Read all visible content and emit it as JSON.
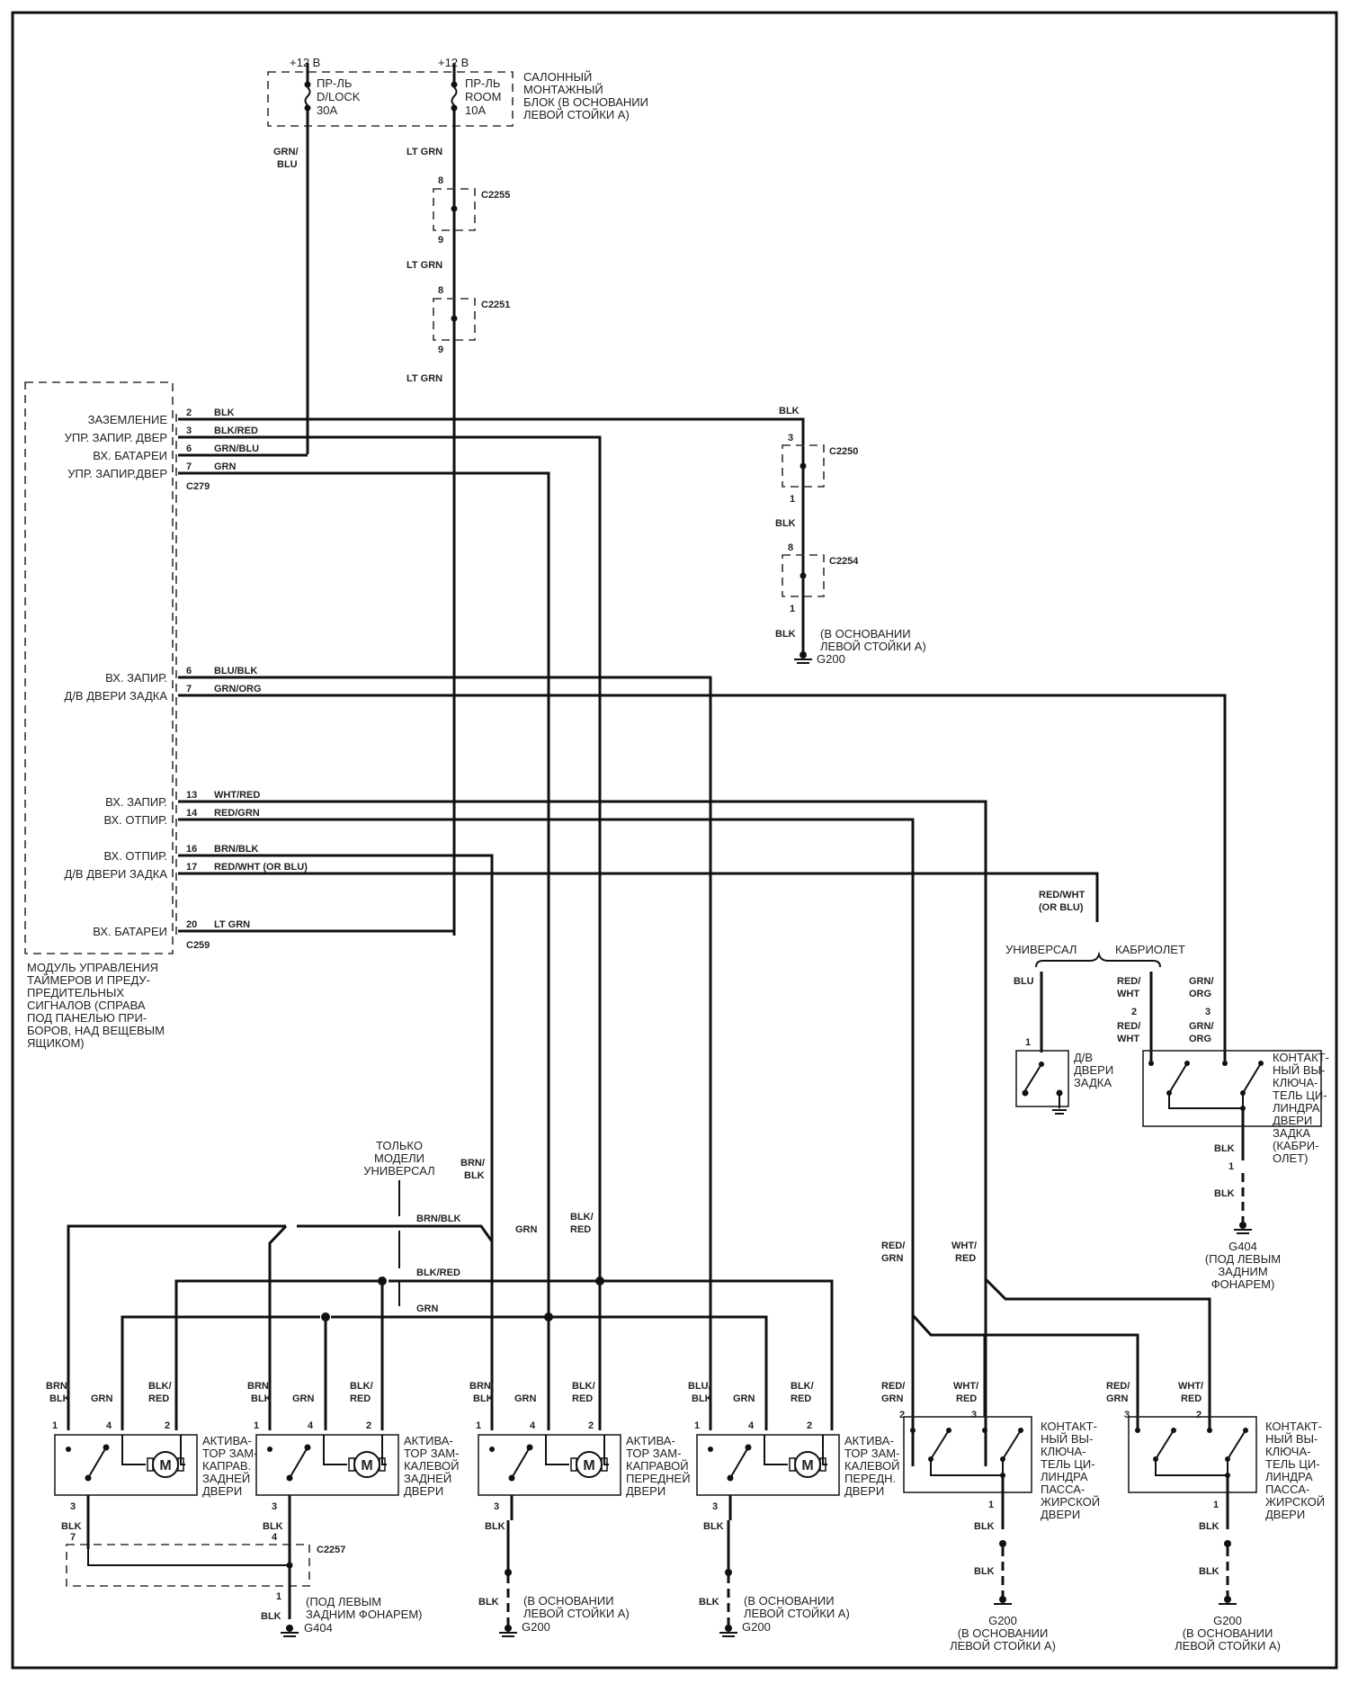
{
  "power": {
    "v1": "+12 В",
    "v2": "+12 В",
    "fuse1": [
      "ПР-ЛЬ",
      "D/LOCK",
      "30A"
    ],
    "fuse2": [
      "ПР-ЛЬ",
      "ROOM",
      "10A"
    ],
    "junction_block": [
      "САЛОННЫЙ",
      "МОНТАЖНЫЙ",
      "БЛОК (В ОСНОВАНИИ",
      "ЛЕВОЙ СТОЙКИ  А)"
    ],
    "wire1": [
      "GRN/",
      "BLU"
    ],
    "wire2": "LT GRN"
  },
  "connectors": {
    "c2255": {
      "name": "C2255",
      "pin_in": "8",
      "pin_out": "9",
      "wire_below": "LT GRN"
    },
    "c2251": {
      "name": "C2251",
      "pin_in": "8",
      "pin_out": "9",
      "wire_below": "LT GRN"
    },
    "c2250": {
      "name": "C2250",
      "pin_in": "3",
      "pin_out": "1",
      "wire_above": "BLK",
      "wire_below": "BLK"
    },
    "c2254": {
      "name": "C2254",
      "pin_in": "8",
      "pin_out": "1",
      "wire_below": "BLK"
    },
    "c2257": {
      "name": "C2257",
      "pin_a": "7",
      "pin_b": "4",
      "pin_out": "1"
    }
  },
  "ground_g200_top": {
    "location": [
      "(В ОСНОВАНИИ",
      "ЛЕВОЙ СТОЙКИ  А)"
    ],
    "name": "G200"
  },
  "module": {
    "title": [
      "МОДУЛЬ УПРАВЛЕНИЯ",
      "ТАЙМЕРОВ И  ПРЕДУ-",
      "ПРЕДИТЕЛЬНЫХ",
      "СИГНАЛОВ (СПРАВА",
      "ПОД ПАНЕЛЬЮ ПРИ-",
      "БОРОВ, НАД ВЕЩЕВЫМ",
      "ЯЩИКОМ)"
    ],
    "connector_top": "C279",
    "connector_bottom": "C259",
    "pins_top": [
      {
        "label": "ЗАЗЕМЛЕНИЕ",
        "pin": "2",
        "wire": "BLK"
      },
      {
        "label": "УПР. ЗАПИР. ДВЕР",
        "pin": "3",
        "wire": "BLK/RED"
      },
      {
        "label": "ВХ. БАТАРЕИ",
        "pin": "6",
        "wire": "GRN/BLU"
      },
      {
        "label": "УПР. ЗАПИР.ДВЕР",
        "pin": "7",
        "wire": "GRN"
      }
    ],
    "pins_bottom": [
      {
        "label": "ВХ. ЗАПИР.",
        "pin": "6",
        "wire": "BLU/BLK"
      },
      {
        "label": "Д/В ДВЕРИ  ЗАДКА",
        "pin": "7",
        "wire": "GRN/ORG"
      },
      {
        "label": "ВХ. ЗАПИР.",
        "pin": "13",
        "wire": "WHT/RED"
      },
      {
        "label": "ВХ. ОТПИР.",
        "pin": "14",
        "wire": "RED/GRN"
      },
      {
        "label": "ВХ. ОТПИР.",
        "pin": "16",
        "wire": "BRN/BLK"
      },
      {
        "label": "Д/В ДВЕРИ  ЗАДКА",
        "pin": "17",
        "wire": "RED/WHT (OR BLU)"
      },
      {
        "label": "ВХ. БАТАРЕИ",
        "pin": "20",
        "wire": "LT GRN"
      }
    ]
  },
  "tailgate": {
    "wire_top": [
      "RED/WHT",
      "(OR BLU)"
    ],
    "option_wagon": "УНИВЕРСАЛ",
    "option_conv": "КАБРИОЛЕТ",
    "wagon_wire": "BLU",
    "wagon_pin": "1",
    "wagon_switch": [
      "Д/В",
      "ДВЕРИ",
      "ЗАДКА"
    ],
    "conv_wire1": [
      "RED/",
      "WHT"
    ],
    "conv_pin1": "2",
    "conv_wire2": [
      "GRN/",
      "ORG"
    ],
    "conv_pin2": "3",
    "conv_switch": [
      "КОНТАКТ-",
      "НЫЙ ВЫ-",
      "КЛЮЧА-",
      "ТЕЛЬ ЦИ-",
      "ЛИНДРА",
      "ДВЕРИ",
      "ЗАДКА",
      "(КАБРИ-",
      "ОЛЕТ)"
    ],
    "conv_ground_wire": "BLK",
    "conv_ground_pin": "1",
    "g404": {
      "name": "G404",
      "location": [
        "(ПОД ЛЕВЫМ",
        "ЗАДНИМ",
        "ФОНАРЕМ)"
      ]
    }
  },
  "bus": {
    "note": [
      "ТОЛЬКО",
      "МОДЕЛИ",
      "УНИВЕРСАЛ"
    ],
    "w1": "BRN/BLK",
    "w2": "BLK/RED",
    "w3": "GRN",
    "drop_brn": [
      "BRN/",
      "BLK"
    ],
    "drop_grn": "GRN",
    "drop_blkred": [
      "BLK/",
      "RED"
    ]
  },
  "actuators": [
    {
      "w1": [
        "BRN/",
        "BLK"
      ],
      "w4": "GRN",
      "w2": [
        "BLK/",
        "RED"
      ],
      "p1": "1",
      "p4": "4",
      "p2": "2",
      "p3": "3",
      "wg": "BLK",
      "label": [
        "АКТИВА-",
        "ТОР ЗАМ-",
        "КАПРАВ.",
        "ЗАДНЕЙ",
        "ДВЕРИ"
      ]
    },
    {
      "w1": [
        "BRN/",
        "BLK"
      ],
      "w4": "GRN",
      "w2": [
        "BLK/",
        "RED"
      ],
      "p1": "1",
      "p4": "4",
      "p2": "2",
      "p3": "3",
      "wg": "BLK",
      "label": [
        "АКТИВА-",
        "ТОР ЗАМ-",
        "КАЛЕВОЙ",
        "ЗАДНЕЙ",
        "ДВЕРИ"
      ]
    },
    {
      "w1": [
        "BRN/",
        "BLK"
      ],
      "w4": "GRN",
      "w2": [
        "BLK/",
        "RED"
      ],
      "p1": "1",
      "p4": "4",
      "p2": "2",
      "p3": "3",
      "wg": "BLK",
      "label": [
        "АКТИВА-",
        "ТОР ЗАМ-",
        "КАПРАВОЙ",
        "ПЕРЕДНЕЙ",
        "ДВЕРИ"
      ]
    },
    {
      "w1": [
        "BLU/",
        "BLK"
      ],
      "w4": "GRN",
      "w2": [
        "BLK/",
        "RED"
      ],
      "p1": "1",
      "p4": "4",
      "p2": "2",
      "p3": "3",
      "wg": "BLK",
      "label": [
        "АКТИВА-",
        "ТОР ЗАМ-",
        "КАЛЕВОЙ",
        "ПЕРЕДН.",
        "ДВЕРИ"
      ]
    }
  ],
  "motor_symbol": "M",
  "ground_rear": {
    "wire": "BLK",
    "location": [
      "(ПОД ЛЕВЫМ",
      "ЗАДНИМ ФОНАРЕМ)"
    ],
    "name": "G404"
  },
  "ground_front": {
    "wire": "BLK",
    "location": [
      "(В ОСНОВАНИИ",
      "ЛЕВОЙ СТОЙКИ  А)"
    ],
    "name": "G200"
  },
  "cyl_switches": [
    {
      "wa": [
        "RED/",
        "GRN"
      ],
      "wb": [
        "WHT/",
        "RED"
      ],
      "pa": "2",
      "pb": "3",
      "pg": "1",
      "wg": "BLK",
      "label": [
        "КОНТАКТ-",
        "НЫЙ ВЫ-",
        "КЛЮЧА-",
        "ТЕЛЬ ЦИ-",
        "ЛИНДРА",
        "ПАССА-",
        "ЖИРСКОЙ",
        "ДВЕРИ"
      ],
      "ground": "G200",
      "ground_loc": [
        "(В ОСНОВАНИИ",
        "ЛЕВОЙ СТОЙКИ  А)"
      ]
    },
    {
      "wa": [
        "RED/",
        "GRN"
      ],
      "wb": [
        "WHT/",
        "RED"
      ],
      "pa": "3",
      "pb": "2",
      "pg": "1",
      "wg": "BLK",
      "label": [
        "КОНТАКТ-",
        "НЫЙ ВЫ-",
        "КЛЮЧА-",
        "ТЕЛЬ ЦИ-",
        "ЛИНДРА",
        "ПАССА-",
        "ЖИРСКОЙ",
        "ДВЕРИ"
      ],
      "ground": "G200",
      "ground_loc": [
        "(В ОСНОВАНИИ",
        "ЛЕВОЙ СТОЙКИ  А)"
      ]
    }
  ],
  "cyl_wires_upper": {
    "wa": [
      "RED/",
      "GRN"
    ],
    "wb": [
      "WHT/",
      "RED"
    ]
  }
}
